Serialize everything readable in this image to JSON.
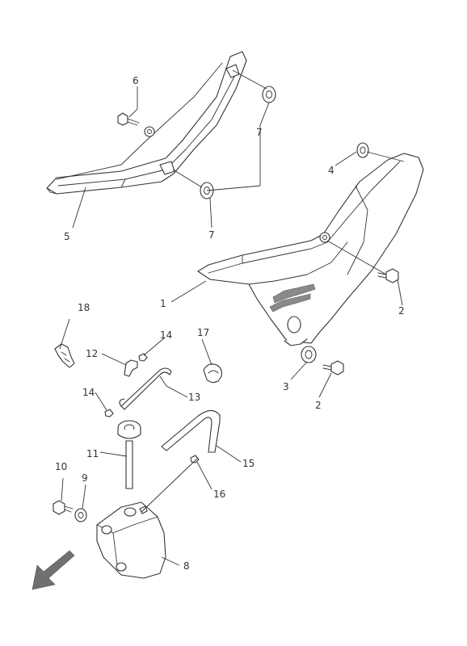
{
  "callouts": {
    "c1": "1",
    "c2a": "2",
    "c2b": "2",
    "c3": "3",
    "c4": "4",
    "c5": "5",
    "c6": "6",
    "c7a": "7",
    "c7b": "7",
    "c8": "8",
    "c9": "9",
    "c10": "10",
    "c11": "11",
    "c12": "12",
    "c13": "13",
    "c14a": "14",
    "c14b": "14",
    "c15": "15",
    "c16": "16",
    "c17": "17",
    "c18": "18"
  },
  "colors": {
    "line": "#333333",
    "shade": "#8a8a8a",
    "arrow": "#707070"
  },
  "icons": {
    "direction": "front-direction-arrow-icon"
  }
}
